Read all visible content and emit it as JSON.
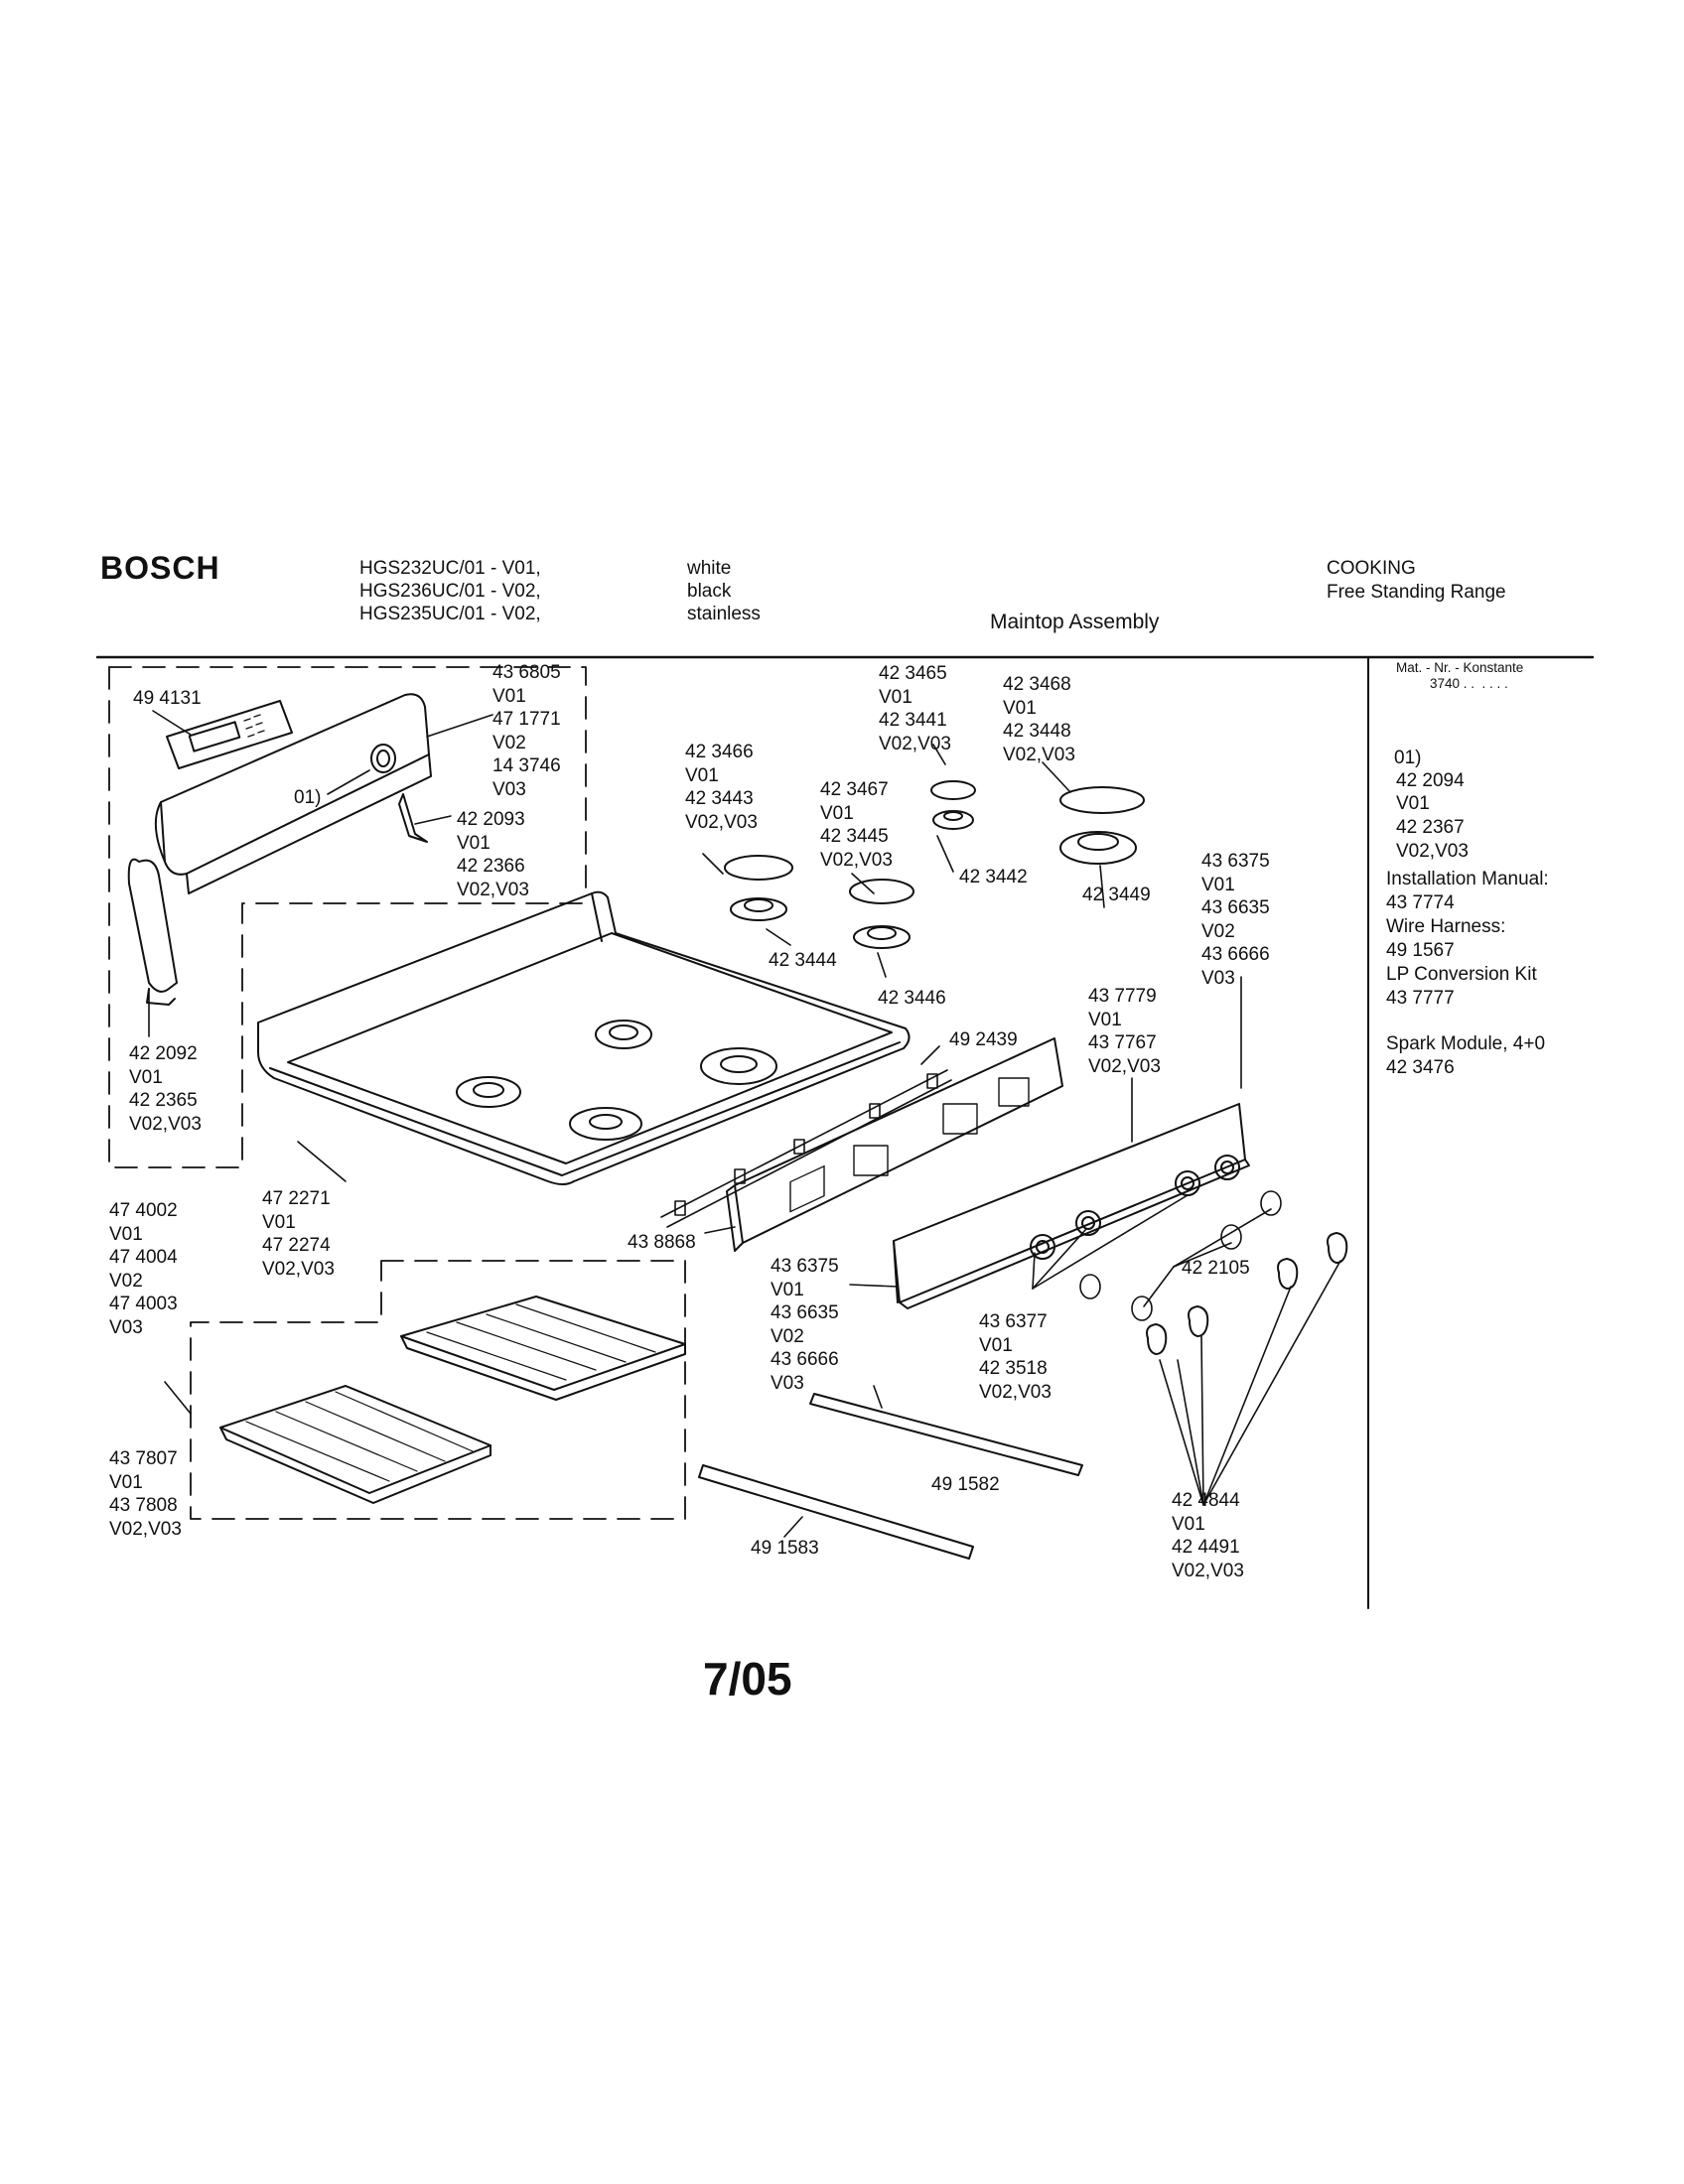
{
  "header": {
    "brand": "BOSCH",
    "models": [
      "HGS232UC/01 - V01,",
      "HGS236UC/01 - V02,",
      "HGS235UC/01 - V02,"
    ],
    "colors": [
      "white",
      "black",
      "stainless"
    ],
    "category": "COOKING",
    "product_type": "Free Standing Range",
    "assembly_title": "Maintop Assembly"
  },
  "side_panel": {
    "mat_nr_label": "Mat. - Nr. - Konstante",
    "mat_nr_value": "3740 . .  . . . .",
    "lines": [
      "01)",
      "42 2094",
      "V01",
      "42 2367",
      "V02,V03",
      "Installation Manual:",
      "43 7774",
      "Wire Harness:",
      "49 1567",
      "LP Conversion Kit",
      "43 7777",
      "",
      "Spark Module, 4+0",
      "42 3476"
    ]
  },
  "callouts": {
    "c494131": [
      "49 4131"
    ],
    "c436805": [
      "43 6805",
      "V01",
      "47 1771",
      "V02",
      "14 3746",
      "V03"
    ],
    "c01": [
      "01)"
    ],
    "c422093": [
      "42 2093",
      "V01",
      "42 2366",
      "V02,V03"
    ],
    "c422092": [
      "42 2092",
      "V01",
      "42 2365",
      "V02,V03"
    ],
    "c474002": [
      "47 4002",
      "V01",
      "47 4004",
      "V02",
      "47 4003",
      "V03"
    ],
    "c472271": [
      "47 2271",
      "V01",
      "47 2274",
      "V02,V03"
    ],
    "c437807": [
      "43 7807",
      "V01",
      "43 7808",
      "V02,V03"
    ],
    "c423466": [
      "42 3466",
      "V01",
      "42 3443",
      "V02,V03"
    ],
    "c423465": [
      "42 3465",
      "V01",
      "42 3441",
      "V02,V03"
    ],
    "c423468": [
      "42 3468",
      "V01",
      "42 3448",
      "V02,V03"
    ],
    "c423467": [
      "42 3467",
      "V01",
      "42 3445",
      "V02,V03"
    ],
    "c423442": [
      "42 3442"
    ],
    "c423449": [
      "42 3449"
    ],
    "c423444": [
      "42 3444"
    ],
    "c423446": [
      "42 3446"
    ],
    "c436375a": [
      "43 6375",
      "V01",
      "43 6635",
      "V02",
      "43 6666",
      "V03"
    ],
    "c437779": [
      "43 7779",
      "V01",
      "43 7767",
      "V02,V03"
    ],
    "c492439": [
      "49 2439"
    ],
    "c438868": [
      "43 8868"
    ],
    "c436375b": [
      "43 6375",
      "V01",
      "43 6635",
      "V02",
      "43 6666",
      "V03"
    ],
    "c422105": [
      "42 2105"
    ],
    "c436377": [
      "43 6377",
      "V01",
      "42 3518",
      "V02,V03"
    ],
    "c491582": [
      "49 1582"
    ],
    "c491583": [
      "49 1583"
    ],
    "c424844": [
      "42 4844",
      "V01",
      "42 4491",
      "V02,V03"
    ]
  },
  "footer": {
    "date_code": "7/05"
  }
}
